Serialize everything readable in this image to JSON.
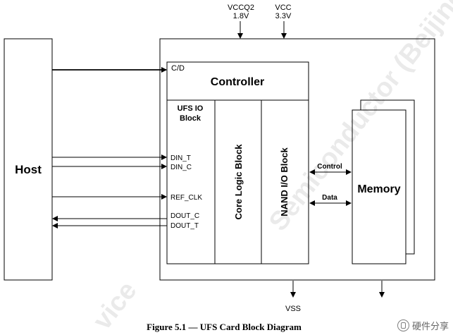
{
  "power": {
    "vccq2_name": "VCCQ2",
    "vccq2_voltage": "1.8V",
    "vcc_name": "VCC",
    "vcc_voltage": "3.3V"
  },
  "host": {
    "label": "Host"
  },
  "controller": {
    "title": "Controller",
    "cd_label": "C/D"
  },
  "ufs_io_block": {
    "line1": "UFS IO",
    "line2": "Block"
  },
  "core_logic_block": {
    "label": "Core Logic Block"
  },
  "nand_io_block": {
    "label": "NAND I/O Block"
  },
  "signals": {
    "din_t": "DIN_T",
    "din_c": "DIN_C",
    "ref_clk": "REF_CLK",
    "dout_c": "DOUT_C",
    "dout_t": "DOUT_T"
  },
  "buses": {
    "control": "Control",
    "data": "Data"
  },
  "memory": {
    "label": "Memory"
  },
  "ground": {
    "vss": "VSS"
  },
  "caption": "Figure 5.1 — UFS Card Block Diagram",
  "watermark": "Semiconductor (Beijing)",
  "watermark_lower": "vice",
  "site_logo": "硬件分享"
}
